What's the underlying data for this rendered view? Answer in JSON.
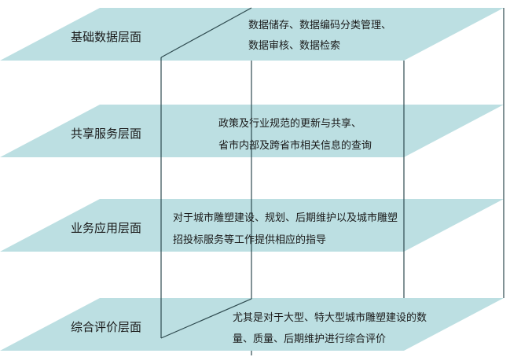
{
  "colors": {
    "band_fill": "#bcdfe2",
    "line": "#2e4a4f",
    "text": "#1a1a1a",
    "background": "#ffffff"
  },
  "layers": [
    {
      "name": "基础数据层面",
      "desc_lines": [
        "数据储存、数据编码分类管理、",
        "数据审核、数据检索"
      ]
    },
    {
      "name": "共享服务层面",
      "desc_lines": [
        "政策及行业规范的更新与共享、",
        "省市内部及跨省市相关信息的查询"
      ]
    },
    {
      "name": "业务应用层面",
      "desc_lines": [
        "对于城市雕塑建设、规划、后期维护以及城市雕塑",
        "招投标服务等工作提供相应的指导"
      ]
    },
    {
      "name": "综合评价层面",
      "desc_lines": [
        "尤其是对于大型、特大型城市雕塑建设的数",
        "量、质量、后期维护进行综合评价"
      ]
    }
  ]
}
